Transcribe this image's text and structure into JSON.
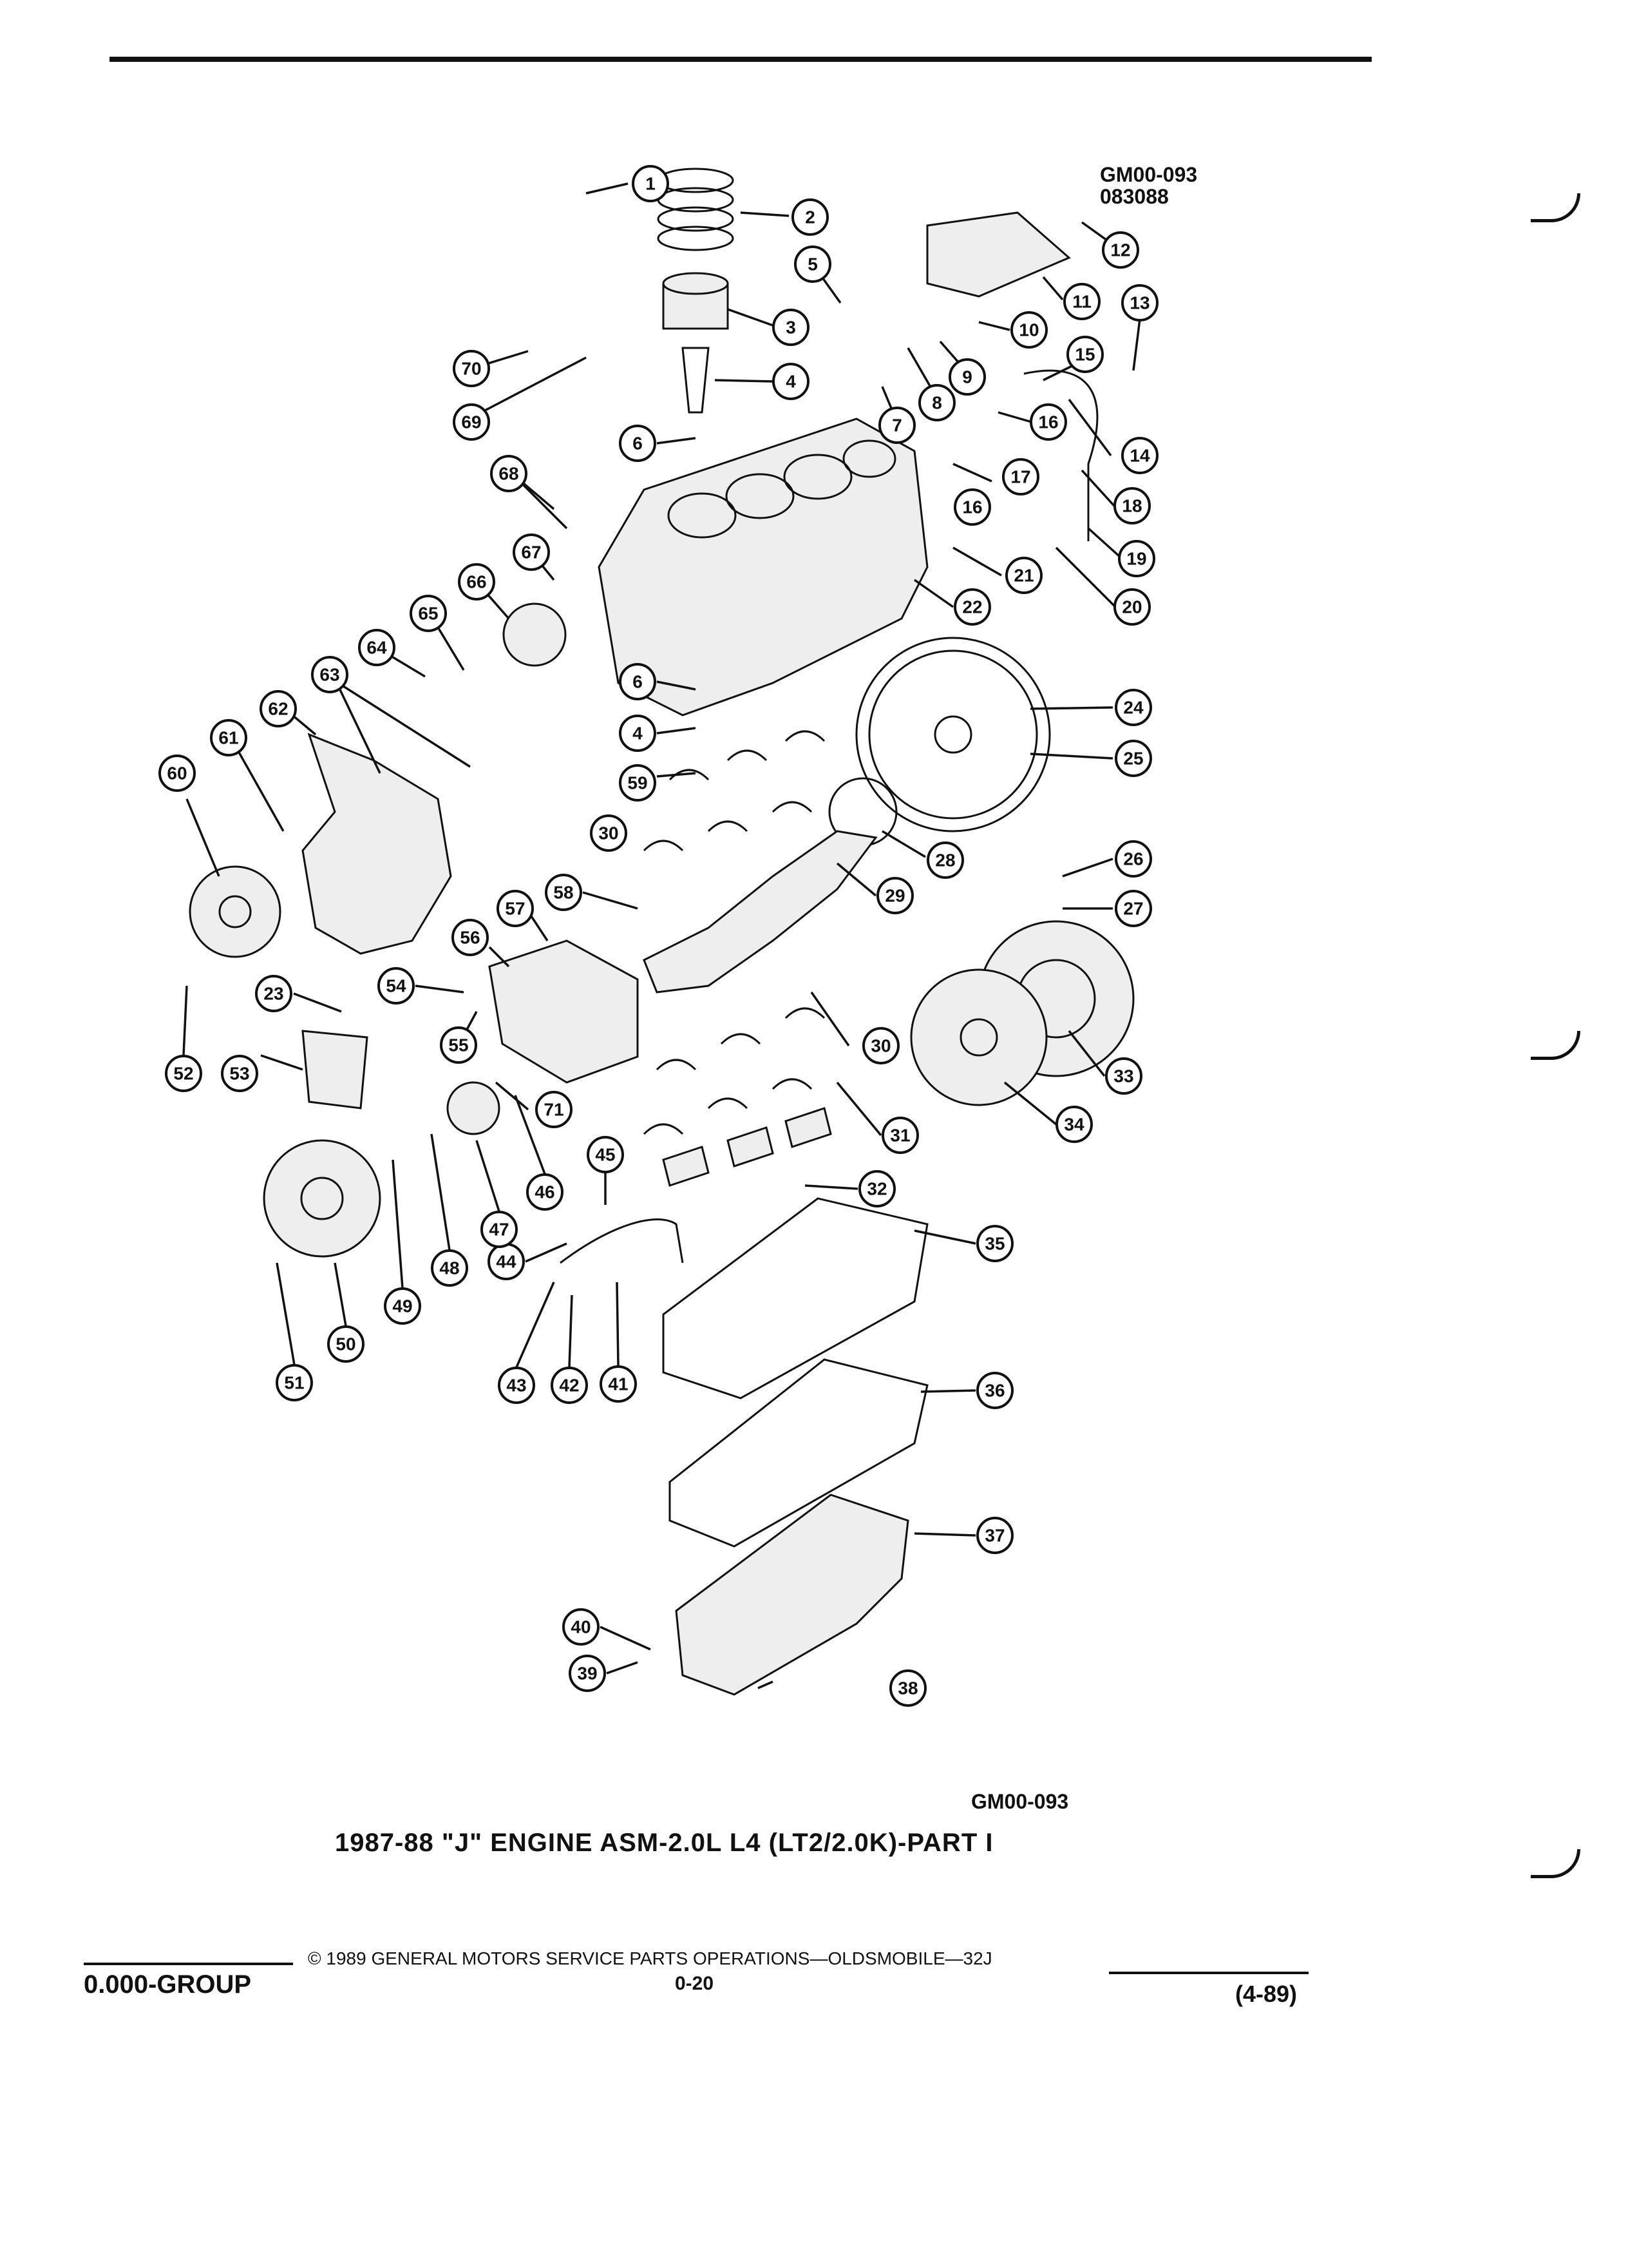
{
  "figure": {
    "ref_code": "GM00-093",
    "ref_date": "083088",
    "code": "GM00-093",
    "title": "1987-88 \"J\" ENGINE ASM-2.0L L4 (LT2/2.0K)-PART I"
  },
  "callouts": [
    "1",
    "2",
    "3",
    "4",
    "5",
    "6",
    "7",
    "8",
    "9",
    "10",
    "11",
    "12",
    "13",
    "14",
    "15",
    "16",
    "17",
    "18",
    "19",
    "20",
    "21",
    "22",
    "23",
    "24",
    "25",
    "26",
    "27",
    "28",
    "29",
    "30",
    "31",
    "32",
    "33",
    "34",
    "35",
    "36",
    "37",
    "38",
    "39",
    "40",
    "41",
    "42",
    "43",
    "44",
    "45",
    "46",
    "47",
    "48",
    "49",
    "50",
    "51",
    "52",
    "53",
    "54",
    "55",
    "56",
    "57",
    "58",
    "59",
    "60",
    "61",
    "62",
    "63",
    "64",
    "65",
    "66",
    "67",
    "68",
    "69",
    "70",
    "71"
  ],
  "footer": {
    "group": "0.000-GROUP",
    "copyright": "© 1989 GENERAL MOTORS SERVICE PARTS OPERATIONS—OLDSMOBILE—32J",
    "page": "0-20",
    "date": "(4-89)"
  }
}
